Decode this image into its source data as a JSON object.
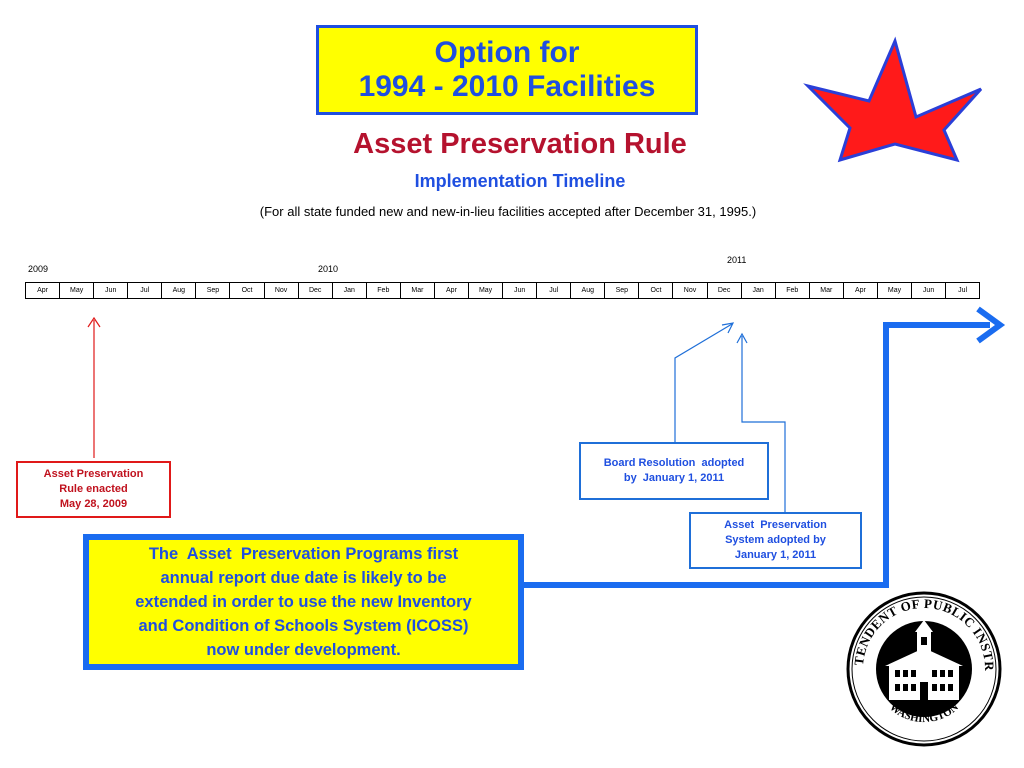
{
  "header": {
    "option_line1": "Option for",
    "option_line2": "1994 - 2010 Facilities",
    "title": "Asset Preservation Rule",
    "subtitle": "Implementation Timeline",
    "note": "(For all state funded new and new-in-lieu facilities accepted after December 31, 1995.)"
  },
  "timeline": {
    "years": [
      "2009",
      "2010",
      "2011"
    ],
    "months": [
      "Apr",
      "May",
      "Jun",
      "Jul",
      "Aug",
      "Sep",
      "Oct",
      "Nov",
      "Dec",
      "Jan",
      "Feb",
      "Mar",
      "Apr",
      "May",
      "Jun",
      "Jul",
      "Aug",
      "Sep",
      "Oct",
      "Nov",
      "Dec",
      "Jan",
      "Feb",
      "Mar",
      "Apr",
      "May",
      "Jun",
      "Jul"
    ]
  },
  "callouts": {
    "enacted": [
      "Asset Preservation",
      "Rule enacted",
      "May 28, 2009"
    ],
    "board": [
      "Board Resolution  adopted",
      "by  January 1, 2011"
    ],
    "system": [
      "Asset  Preservation",
      "System adopted by",
      "January 1, 2011"
    ],
    "report": [
      "The  Asset  Preservation Programs first",
      "annual report due date is likely to be",
      "extended in order to use the new Inventory",
      "and Condition of Schools System (ICOSS)",
      "now under development."
    ]
  },
  "seal": {
    "ring_text": "SUPERINTENDENT OF PUBLIC INSTRUCTION",
    "bottom_text": "WASHINGTON"
  },
  "colors": {
    "title_red": "#b5122e",
    "blue": "#1f4fe0",
    "yellow": "#ffff00",
    "star_red": "#ff1a1a",
    "star_border": "#2a3fd8"
  },
  "icons": [
    "star-icon",
    "seal-icon"
  ]
}
